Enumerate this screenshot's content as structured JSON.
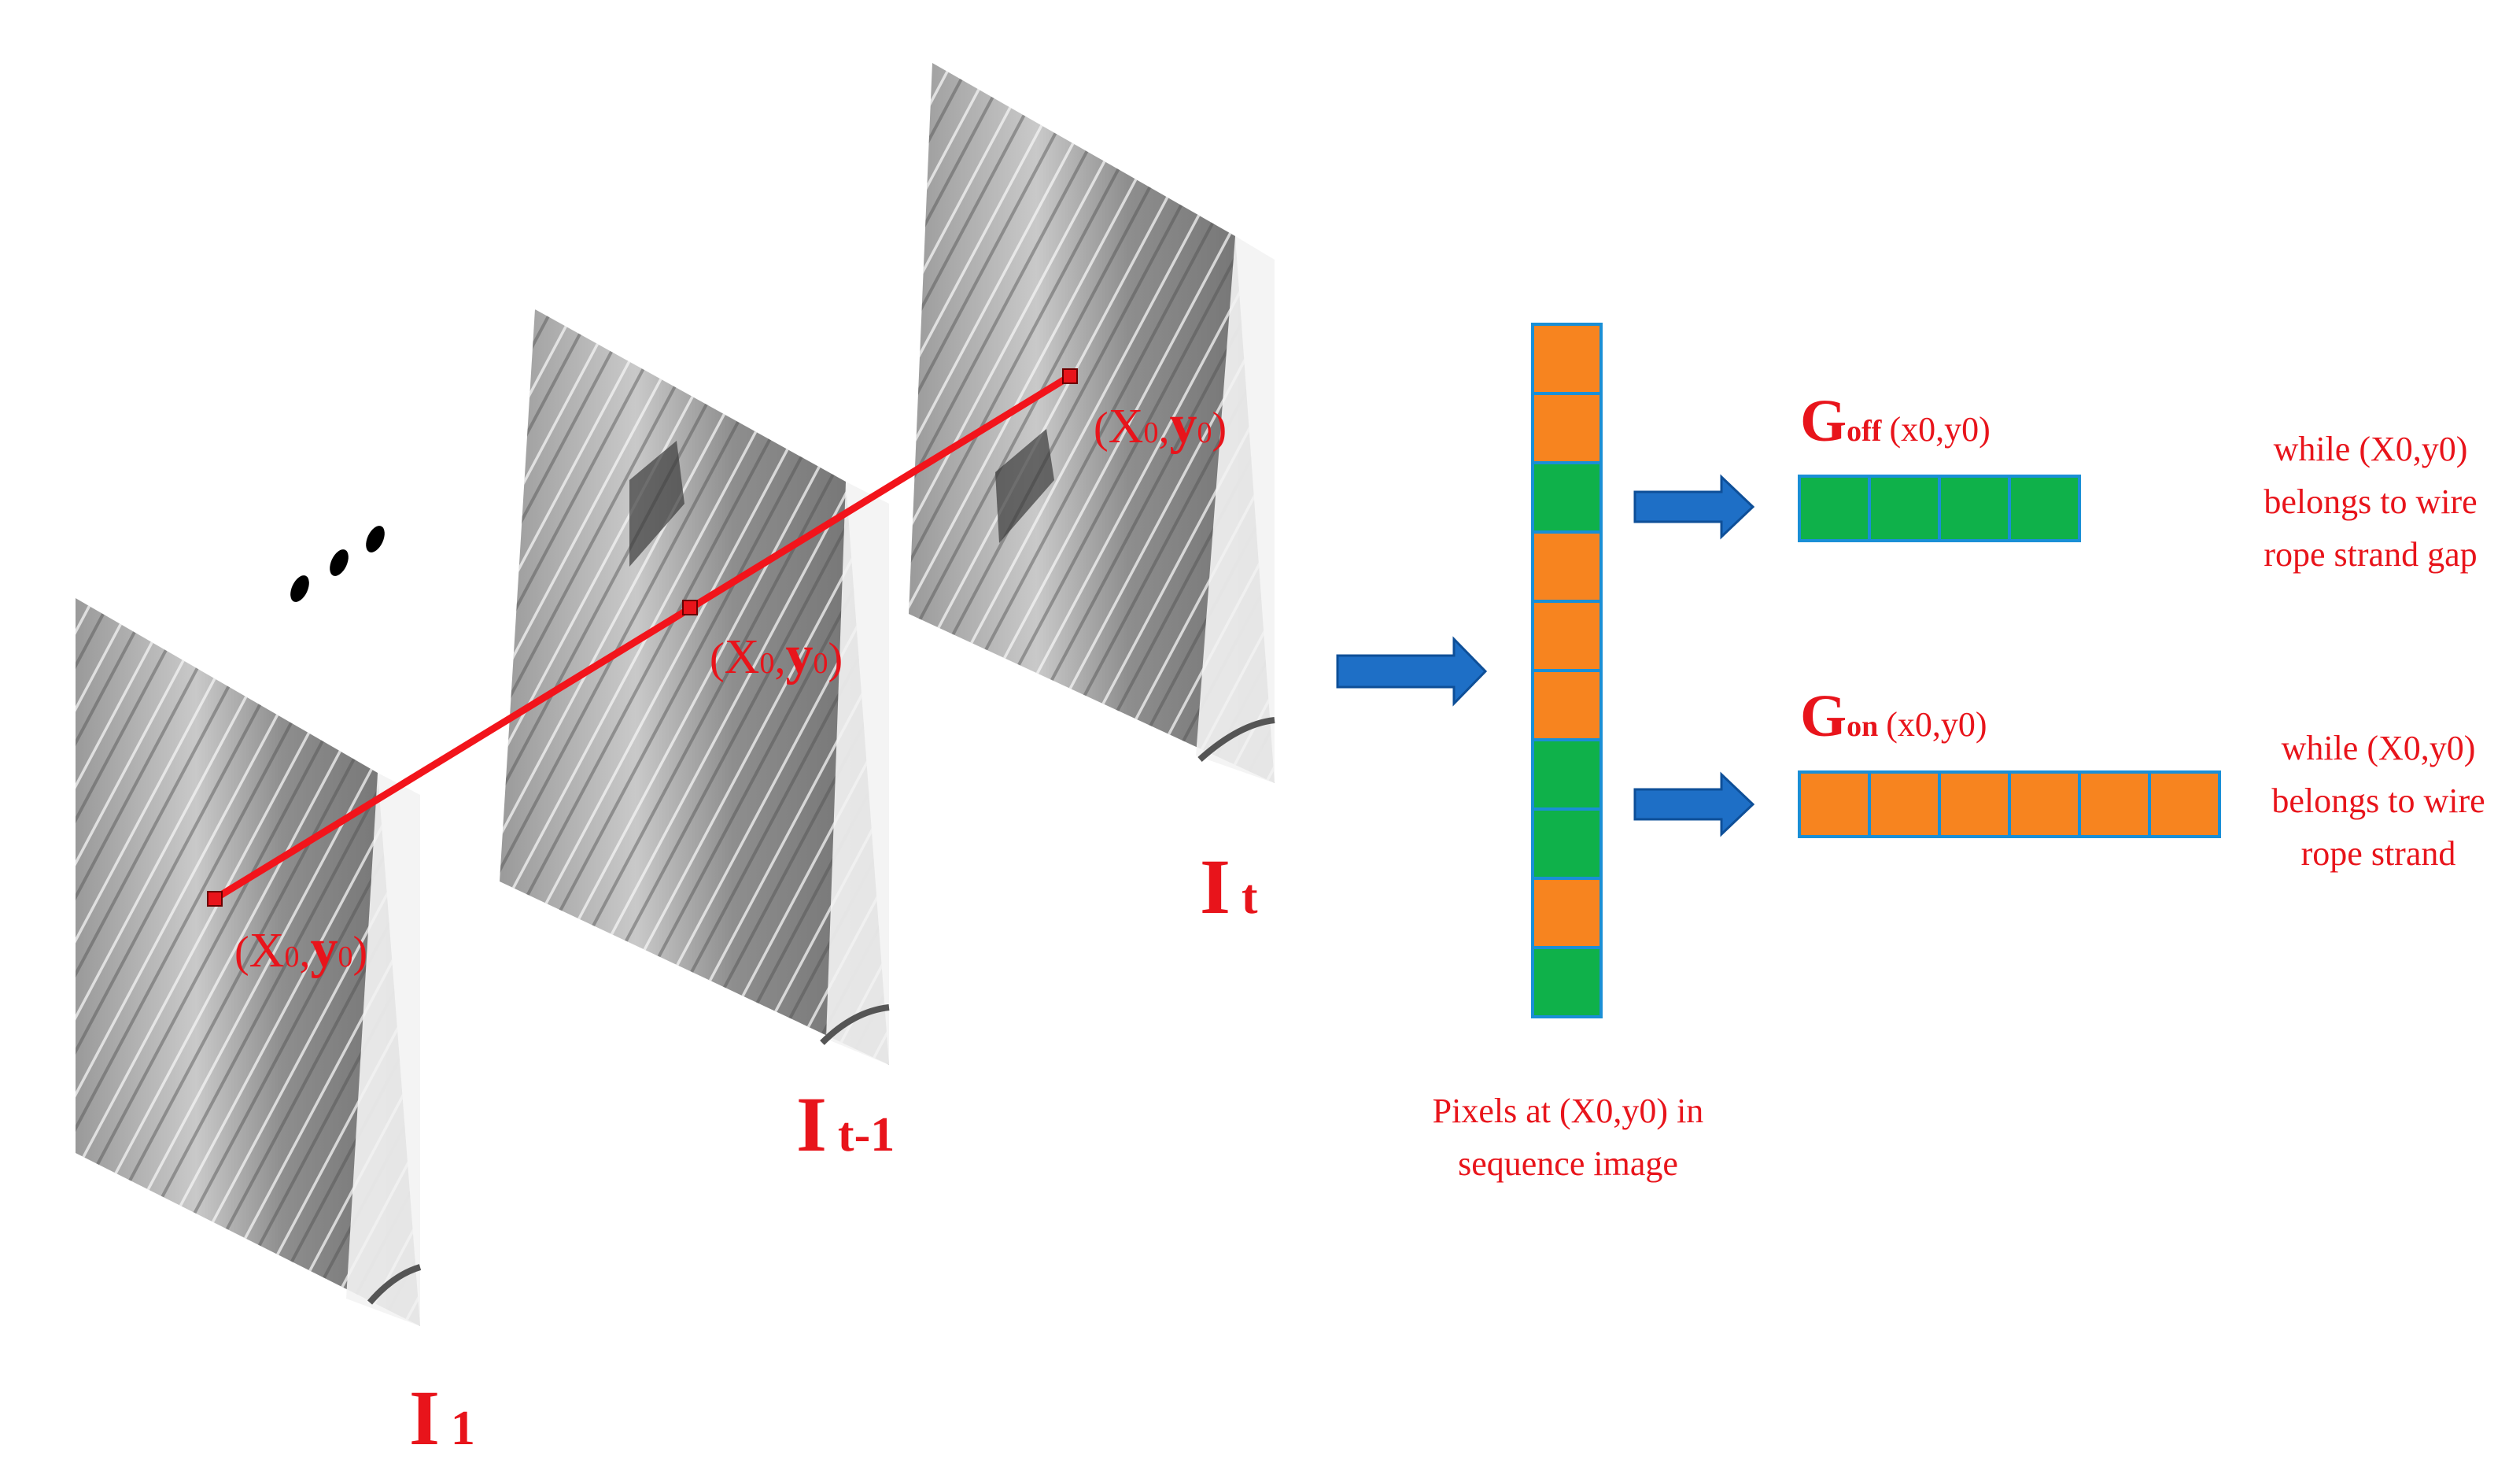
{
  "frames": [
    {
      "id": "frame-1",
      "name_main": "I",
      "name_sub": "1",
      "point_label": {
        "open": "(",
        "x": "X",
        "x_sub": "0",
        "comma": ",",
        "y": "y",
        "y_sub": "0",
        "close": ")"
      }
    },
    {
      "id": "frame-t-1",
      "name_main": "I",
      "name_sub": "t-1",
      "point_label": {
        "open": "(",
        "x": "X",
        "x_sub": "0",
        "comma": ",",
        "y": "y",
        "y_sub": "0",
        "close": ")"
      }
    },
    {
      "id": "frame-t",
      "name_main": "I",
      "name_sub": "t",
      "point_label": {
        "open": "(",
        "x": "X",
        "x_sub": "0",
        "comma": ",",
        "y": "y",
        "y_sub": "0",
        "close": ")"
      }
    }
  ],
  "ellipsis": "…",
  "pixel_column": {
    "cells": [
      "orange",
      "orange",
      "green",
      "orange",
      "orange",
      "orange",
      "green",
      "green",
      "orange",
      "green"
    ],
    "caption_line1": "Pixels at (X0,y0) in",
    "caption_line2": "sequence image"
  },
  "g_off": {
    "main": "G",
    "sub": "off",
    "args": "(x0,y0)",
    "cells": [
      "green",
      "green",
      "green",
      "green"
    ],
    "note_line1": "while (X0,y0)",
    "note_line2": "belongs to wire",
    "note_line3": "rope strand gap"
  },
  "g_on": {
    "main": "G",
    "sub": "on",
    "args": "(x0,y0)",
    "cells": [
      "orange",
      "orange",
      "orange",
      "orange",
      "orange",
      "orange"
    ],
    "note_line1": "while (X0,y0)",
    "note_line2": "belongs to wire",
    "note_line3": "rope strand"
  },
  "colors": {
    "label_red": "#e8141b",
    "cell_orange": "#f7841f",
    "cell_green": "#0fb14a",
    "cell_border": "#1a8fd6",
    "arrow_blue": "#1e6fc6",
    "trajectory": "#f2141b"
  }
}
